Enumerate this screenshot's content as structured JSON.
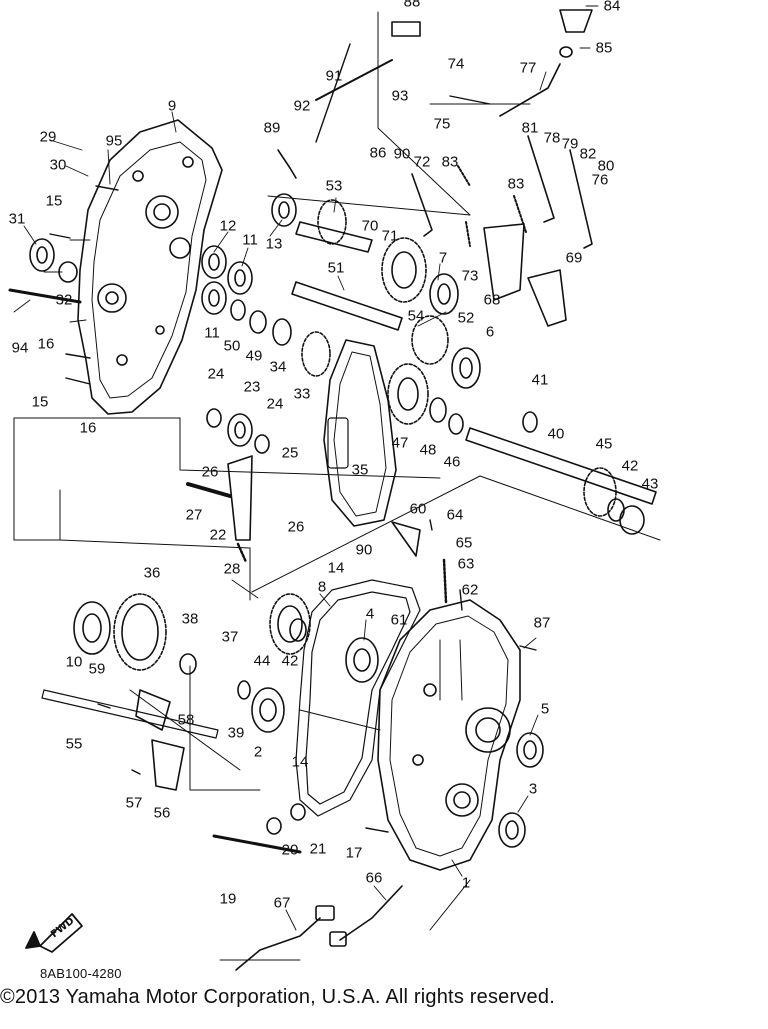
{
  "diagram": {
    "part_id": "8AB100-4280",
    "copyright": "©2013 Yamaha Motor Corporation, U.S.A. All rights reserved.",
    "fwd_badge": "FWD",
    "callouts": [
      "1",
      "2",
      "3",
      "4",
      "5",
      "6",
      "7",
      "8",
      "9",
      "10",
      "11",
      "11",
      "12",
      "13",
      "14",
      "14",
      "15",
      "15",
      "16",
      "16",
      "17",
      "19",
      "20",
      "21",
      "22",
      "23",
      "24",
      "24",
      "25",
      "26",
      "26",
      "27",
      "28",
      "29",
      "30",
      "31",
      "32",
      "33",
      "34",
      "35",
      "36",
      "37",
      "38",
      "39",
      "40",
      "41",
      "42",
      "42",
      "43",
      "44",
      "45",
      "46",
      "47",
      "48",
      "49",
      "50",
      "51",
      "52",
      "53",
      "54",
      "55",
      "56",
      "57",
      "58",
      "59",
      "60",
      "61",
      "62",
      "63",
      "64",
      "65",
      "66",
      "67",
      "68",
      "69",
      "70",
      "71",
      "72",
      "73",
      "74",
      "75",
      "76",
      "77",
      "78",
      "79",
      "80",
      "81",
      "82",
      "83",
      "83",
      "84",
      "85",
      "86",
      "87",
      "88",
      "89",
      "90",
      "90",
      "91",
      "92",
      "93",
      "94",
      "95"
    ]
  }
}
